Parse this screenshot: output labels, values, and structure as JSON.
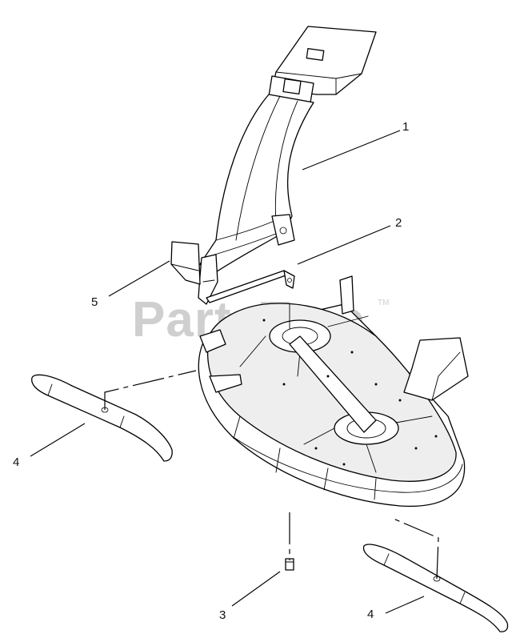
{
  "watermark": {
    "text": "PartsTree",
    "trademark": "TM"
  },
  "callouts": [
    {
      "id": "1",
      "label": "1"
    },
    {
      "id": "2",
      "label": "2"
    },
    {
      "id": "3",
      "label": "3"
    },
    {
      "id": "4a",
      "label": "4"
    },
    {
      "id": "4b",
      "label": "4"
    },
    {
      "id": "5",
      "label": "5"
    }
  ]
}
